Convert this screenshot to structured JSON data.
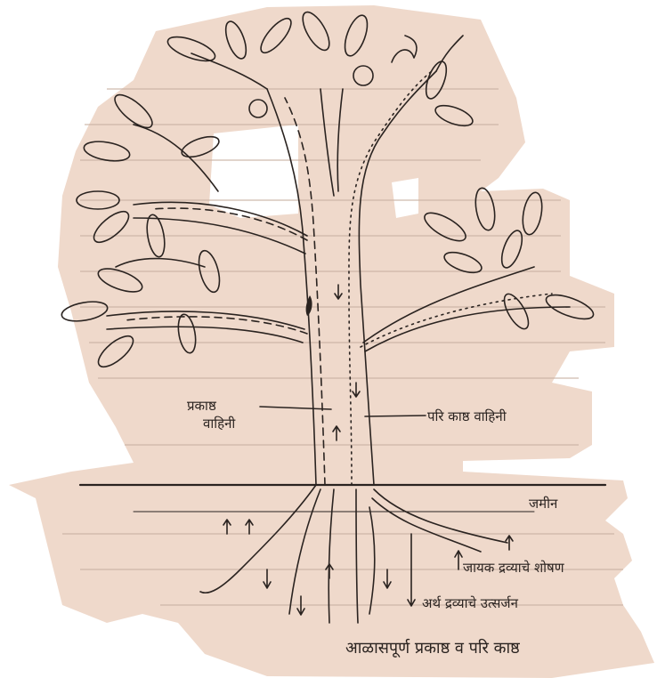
{
  "labels": {
    "phloem_line1": "प्रकाष्ठ",
    "phloem_line2": "वाहिनी",
    "xylem": "परि काष्ठ वाहिनी",
    "ground": "जमीन",
    "absorption": "जायक द्रव्याचे शोषण",
    "excretion": "अर्थ द्रव्याचे उत्सर्जन",
    "caption": "आळासपूर्ण प्रकाष्ठ व परि काष्ठ"
  },
  "colors": {
    "paper": "#efd9cb",
    "ink": "#2a2320",
    "faint_text": "#c9b2a4",
    "background": "#ffffff"
  }
}
